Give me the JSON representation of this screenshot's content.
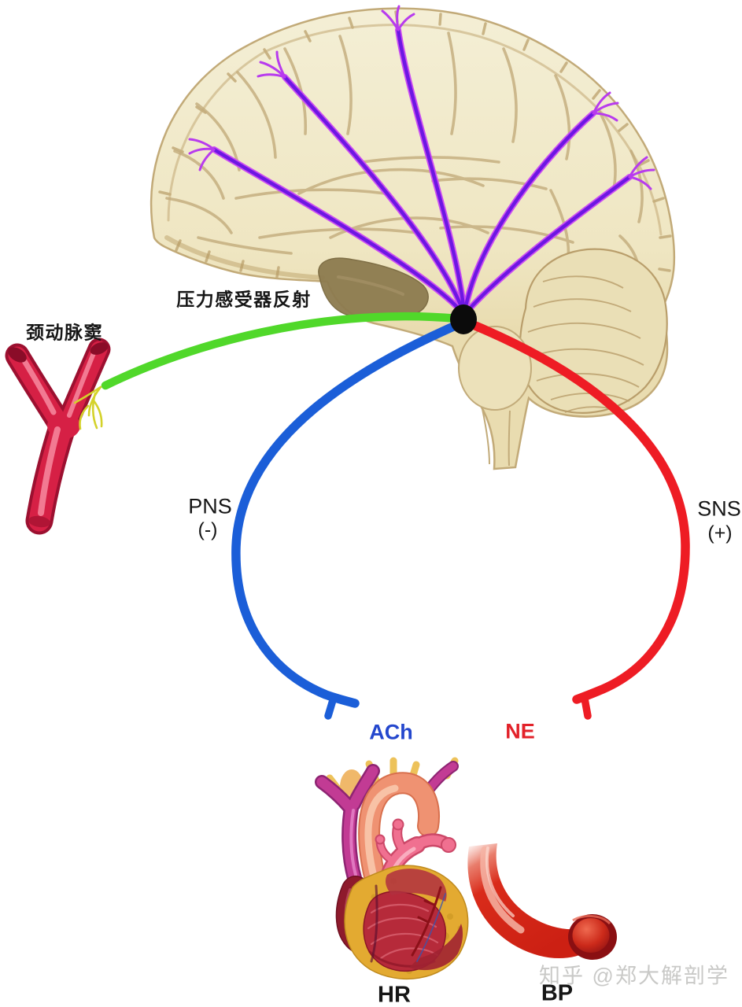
{
  "labels": {
    "baroreceptor_reflex": "压力感受器反射",
    "carotid_sinus": "颈动脉窦",
    "pns_name": "PNS",
    "pns_sign": "(-)",
    "sns_name": "SNS",
    "sns_sign": "(+)",
    "ach": "ACh",
    "ne": "NE",
    "hr": "HR",
    "bp": "BP"
  },
  "watermark": {
    "text": "知乎 @郑大解剖学",
    "color": "#c9c9c7"
  },
  "colors": {
    "afferent_green": "#50d82a",
    "pns_blue": "#1b5ed8",
    "sns_red": "#ee1c24",
    "ach_text_blue": "#2447cd",
    "ne_text_red": "#e2222a",
    "nerve_fiber_violet": "#6d17e2",
    "nerve_fiber_magenta": "#cb4df2",
    "label_black": "#161616",
    "brain_cream": "#f0e8c8",
    "brain_tan": "#c2aa78",
    "carotid_artery_red": "#d62045",
    "vessel_red": "#d82818",
    "heart_muscle_red": "#b62a3a",
    "heart_fat_yellow": "#e3aa31"
  },
  "illustrations": {
    "brain": "brain-sagittal-illustration",
    "carotid": "carotid-bifurcation-illustration",
    "heart": "heart-illustration",
    "vessel": "blood-vessel-illustration"
  }
}
